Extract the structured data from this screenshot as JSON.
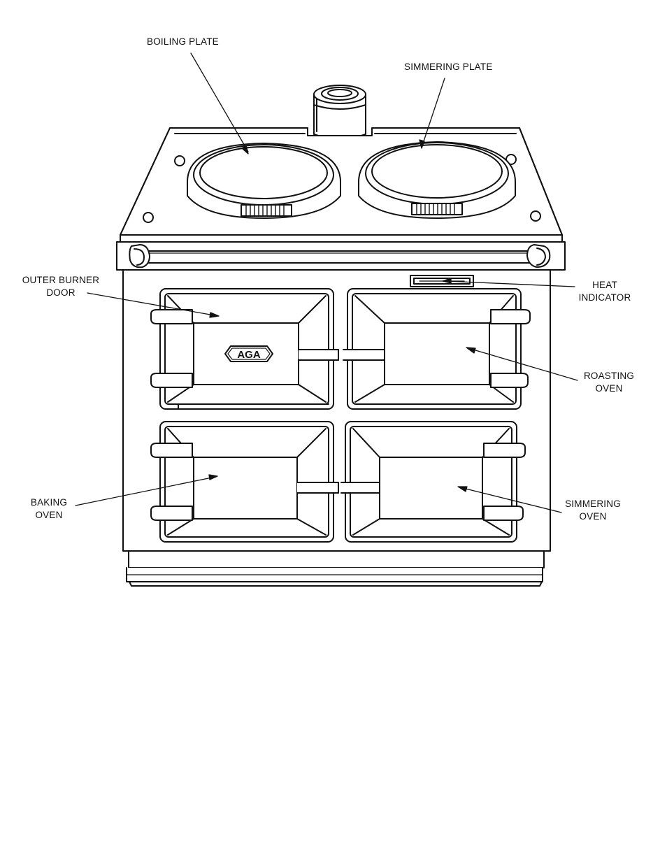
{
  "labels": {
    "boiling_plate": "BOILING PLATE",
    "simmering_plate": "SIMMERING PLATE",
    "outer_burner_door": [
      "OUTER BURNER",
      "DOOR"
    ],
    "heat_indicator": [
      "HEAT",
      "INDICATOR"
    ],
    "roasting_oven": [
      "ROASTING",
      "OVEN"
    ],
    "baking_oven": [
      "BAKING",
      "OVEN"
    ],
    "simmering_oven": [
      "SIMMERING",
      "OVEN"
    ]
  },
  "logo": "AGA"
}
